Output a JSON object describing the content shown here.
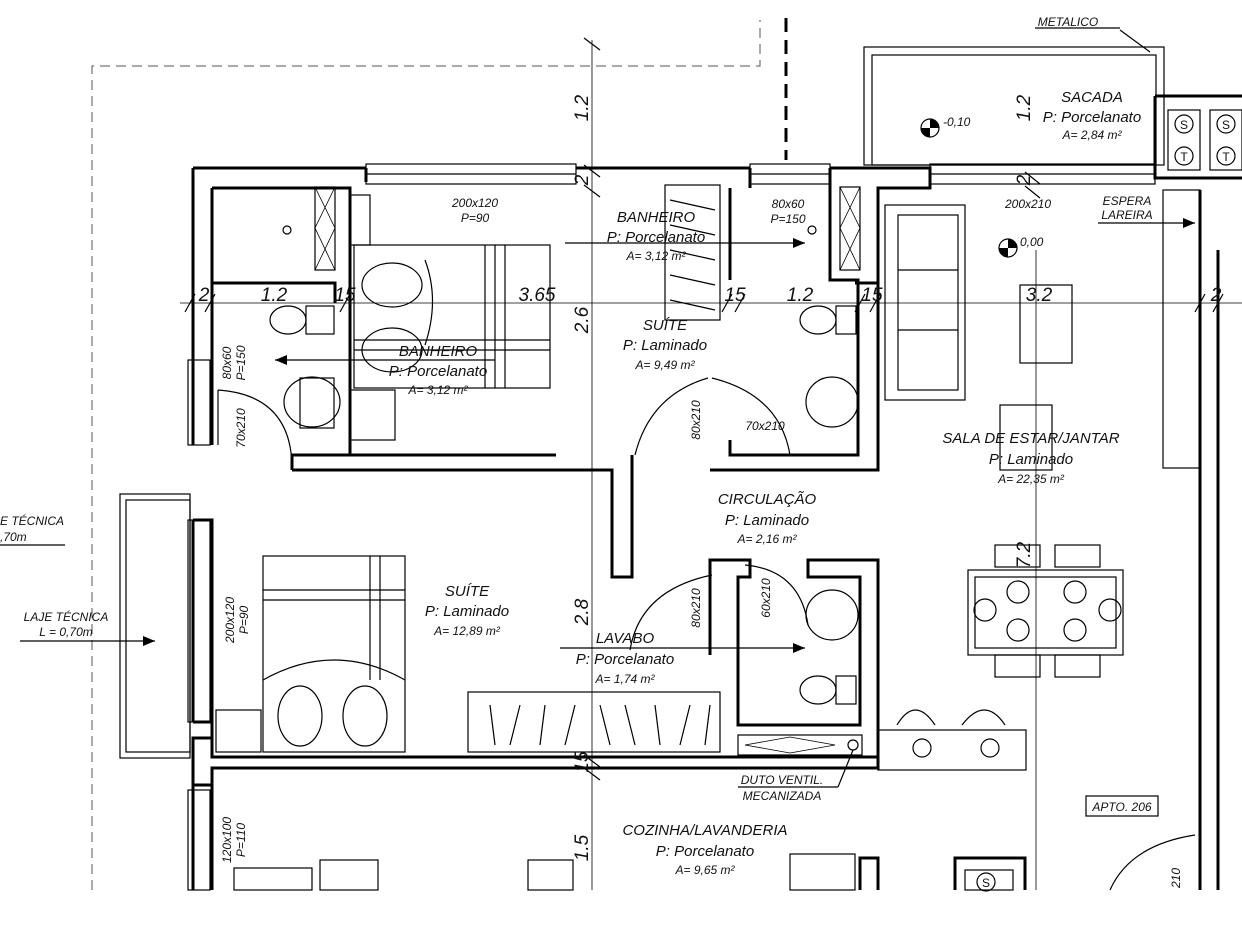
{
  "rooms": {
    "banheiro_top": {
      "name": "BANHEIRO",
      "finish": "P: Porcelanato",
      "area": "A= 3,12 m²"
    },
    "banheiro_left": {
      "name": "BANHEIRO",
      "finish": "P: Porcelanato",
      "area": "A= 3,12 m²"
    },
    "suite_top": {
      "name": "SUÍTE",
      "finish": "P: Laminado",
      "area": "A= 9,49 m²"
    },
    "suite_bottom": {
      "name": "SUÍTE",
      "finish": "P: Laminado",
      "area": "A= 12,89 m²"
    },
    "sacada": {
      "name": "SACADA",
      "finish": "P: Porcelanato",
      "area": "A= 2,84 m²"
    },
    "sala": {
      "name": "SALA DE ESTAR/JANTAR",
      "finish": "P: Laminado",
      "area": "A= 22,35 m²"
    },
    "circulacao": {
      "name": "CIRCULAÇÃO",
      "finish": "P: Laminado",
      "area": "A= 2,16 m²"
    },
    "lavabo": {
      "name": "LAVABO",
      "finish": "P: Porcelanato",
      "area": "A= 1,74 m²"
    },
    "cozinha": {
      "name": "COZINHA/LAVANDERIA",
      "finish": "P: Porcelanato",
      "area": "A= 9,65 m²"
    }
  },
  "dimensions": {
    "d_2_left": "2",
    "d_1_2_a": "1.2",
    "d_15_a": "15",
    "d_3_65": "3.65",
    "d_15_b": "15",
    "d_1_2_b": "1.2",
    "d_15_c": "15",
    "d_3_2": "3.2",
    "d_2_right": "2",
    "v_1_2_top": "1.2",
    "v_2_top": "2",
    "v_2_6": "2.6",
    "v_2_8": "2.8",
    "v_15": "15",
    "v_1_5": "1.5",
    "v_1_2_sacada": "1.2",
    "v_2_sacada": "2",
    "v_7_2": "7.2"
  },
  "openings": {
    "w_200x120_top": "200x120",
    "w_p90_top": "P=90",
    "w_80x60_top": "80x60",
    "w_p150_top": "P=150",
    "w_200x210": "200x210",
    "w_80x60_left": "80x60",
    "w_p150_left": "P=150",
    "door_70x210_left": "70x210",
    "door_80x210_suite": "80x210",
    "door_70x210_bath": "70x210",
    "w_200x120_left": "200x120",
    "w_p90_left": "P=90",
    "door_80x210_lavabo": "80x210",
    "door_60x210": "60x210",
    "w_120x100": "120x100",
    "w_p110": "P=110",
    "door_210_right": "210"
  },
  "annotations": {
    "metalico": "METALICO",
    "level_top": "-0,10",
    "level_main": "0,00",
    "espera_lareira_1": "ESPERA",
    "espera_lareira_2": "LAREIRA",
    "laje_1": "LAJE TÉCNICA",
    "laje_2": "L = 0,70m",
    "laje_cut_1": "E TÉCNICA",
    "laje_cut_2": ",70m",
    "duto_1": "DUTO VENTIL.",
    "duto_2": "MECANIZADA",
    "apto": "APTO. 206",
    "shaft_s": "S",
    "shaft_t": "T"
  }
}
